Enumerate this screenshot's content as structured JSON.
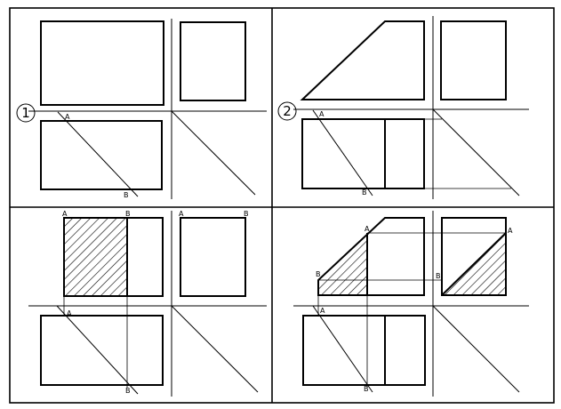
{
  "panels": [
    {
      "step": "1",
      "points": [
        "A",
        "B"
      ]
    },
    {
      "step": "2",
      "points": [
        "A",
        "B"
      ]
    },
    {
      "step": "",
      "points": [
        "A",
        "B",
        "A",
        "B",
        "A",
        "B"
      ]
    },
    {
      "step": "",
      "points": [
        "A",
        "B",
        "A",
        "B",
        "A",
        "B"
      ]
    }
  ],
  "colors": {
    "line": "#000000",
    "background": "#ffffff"
  }
}
